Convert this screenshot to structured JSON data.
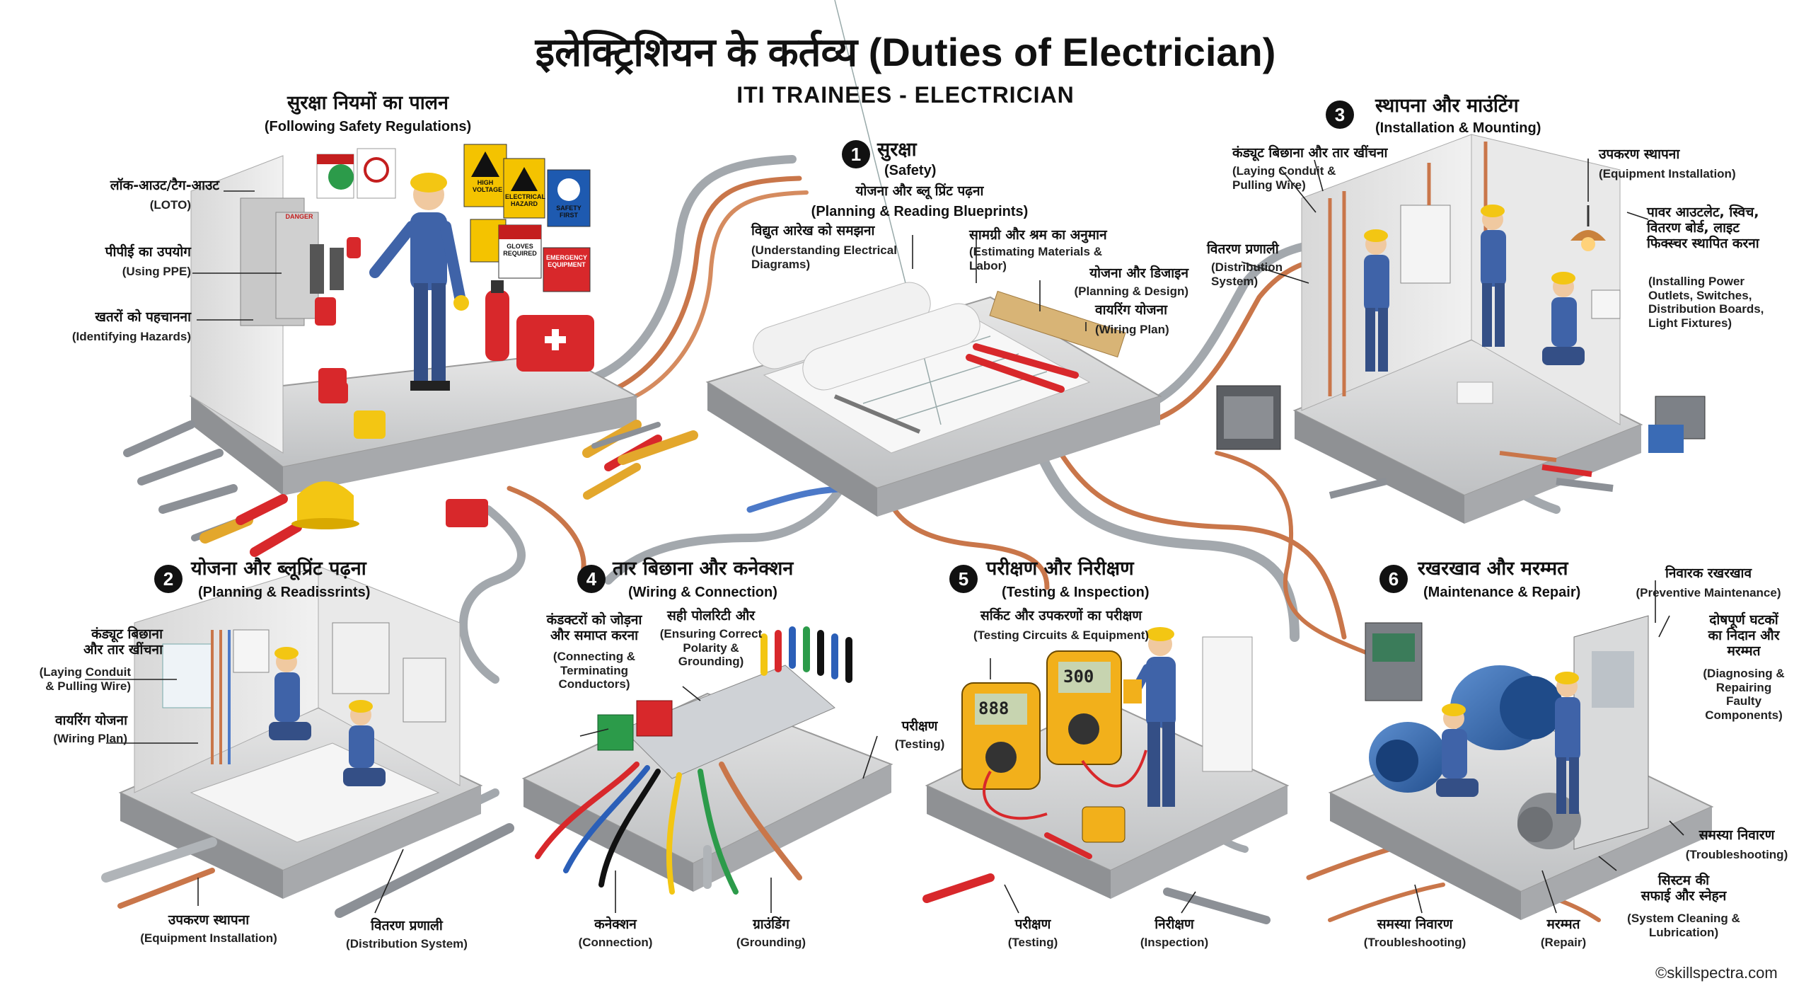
{
  "title": "इलेक्ट्रिशियन के कर्तव्य (Duties of Electrician)",
  "subtitle": "ITI TRAINEES - ELECTRICIAN",
  "credit": "©skillspectra.com",
  "colors": {
    "copper": "#c9764a",
    "conduit": "#9aa0a6",
    "worker_blue": "#3f63a8",
    "helmet": "#f3c613",
    "platform": "#cfd0d2"
  },
  "panels": {
    "safety_regs": {
      "heading_hi": "सुरक्षा नियमों का पालन",
      "heading_en": "(Following Safety Regulations)",
      "labels": [
        {
          "hi": "लॉक-आउट/टैग-आउट",
          "en": "(LOTO)"
        },
        {
          "hi": "पीपीई का उपयोग",
          "en": "(Using PPE)"
        },
        {
          "hi": "खतरों को पहचानना",
          "en": "(Identifying Hazards)"
        }
      ],
      "signs": [
        "DANGER",
        "HIGH\nVOLTAGE",
        "ELECTRICAL\nHAZARD",
        "SAFETY\nFIRST",
        "GLOVES\nREQUIRED",
        "EMERGENCY\nEQUIPMENT"
      ]
    },
    "p1": {
      "number": "1",
      "heading_hi": "सुरक्षा",
      "heading_en": "(Safety)",
      "sub_hi": "योजना और ब्लू प्रिंट पढ़ना",
      "sub_en": "(Planning & Reading Blueprints)",
      "labels": [
        {
          "hi": "विद्युत आरेख को समझना",
          "en": "(Understanding Electrical\nDiagrams)"
        },
        {
          "hi": "सामग्री और श्रम का अनुमान",
          "en": "(Estimating Materials &\nLabor)"
        },
        {
          "hi": "योजना और डिजाइन",
          "en": "(Planning & Design)"
        },
        {
          "hi": "वायरिंग योजना",
          "en": "(Wiring Plan)"
        }
      ]
    },
    "p2": {
      "number": "2",
      "heading_hi": "योजना और ब्लूप्रिंट पढ़ना",
      "heading_en": "(Planning & Readissrints)",
      "labels": [
        {
          "hi": "कंड्यूट बिछाना\nऔर तार खींचना",
          "en": "(Laying Conduit\n& Pulling Wire)"
        },
        {
          "hi": "वायरिंग योजना",
          "en": "(Wiring Plan)"
        },
        {
          "hi": "उपकरण स्थापना",
          "en": "(Equipment Installation)"
        },
        {
          "hi": "वितरण प्रणाली",
          "en": "(Distribution System)"
        }
      ]
    },
    "p3": {
      "number": "3",
      "heading_hi": "स्थापना और माउंटिंग",
      "heading_en": "(Installation & Mounting)",
      "labels": [
        {
          "hi": "कंड्यूट बिछाना और तार खींचना",
          "en": "(Laying Conduit &\nPulling Wire)"
        },
        {
          "hi": "उपकरण स्थापना",
          "en": "(Equipment Installation)"
        },
        {
          "hi": "वितरण प्रणाली",
          "en": "(Distribution\nSystem)"
        },
        {
          "hi": "पावर आउटलेट, स्विच,\nवितरण बोर्ड, लाइट\nफिक्स्चर स्थापित करना",
          "en": "(Installing Power\nOutlets, Switches,\nDistribution Boards,\nLight Fixtures)"
        }
      ]
    },
    "p4": {
      "number": "4",
      "heading_hi": "तार बिछाना और कनेक्शन",
      "heading_en": "(Wiring & Connection)",
      "labels": [
        {
          "hi": "कंडक्टरों को जोड़ना\nऔर समाप्त करना",
          "en": "(Connecting &\nTerminating\nConductors)"
        },
        {
          "hi": "सही पोलरिटी और",
          "en": "(Ensuring Correct\nPolarity &\nGrounding)"
        },
        {
          "hi": "कनेक्शन",
          "en": "(Connection)"
        },
        {
          "hi": "ग्राउंडिंग",
          "en": "(Grounding)"
        }
      ]
    },
    "p5": {
      "number": "5",
      "heading_hi": "परीक्षण और निरीक्षण",
      "heading_en": "(Testing & Inspection)",
      "labels": [
        {
          "hi": "सर्किट और उपकरणों का परीक्षण",
          "en": "(Testing Circuits & Equipment)"
        },
        {
          "hi": "परीक्षण",
          "en": "(Testing)"
        },
        {
          "hi": "परीक्षण",
          "en": "(Testing)"
        },
        {
          "hi": "निरीक्षण",
          "en": "(Inspection)"
        }
      ],
      "meter_readings": [
        "888",
        "300"
      ]
    },
    "p6": {
      "number": "6",
      "heading_hi": "रखरखाव और मरम्मत",
      "heading_en": "(Maintenance & Repair)",
      "labels": [
        {
          "hi": "निवारक रखरखाव",
          "en": "(Preventive Maintenance)"
        },
        {
          "hi": "दोषपूर्ण घटकों\nका निदान और\nमरम्मत",
          "en": "(Diagnosing &\nRepairing\nFaulty\nComponents)"
        },
        {
          "hi": "समस्या निवारण",
          "en": "(Troubleshooting)"
        },
        {
          "hi": "सिस्टम की\nसफाई और स्नेहन",
          "en": "(System Cleaning &\nLubrication)"
        },
        {
          "hi": "समस्या निवारण",
          "en": "(Troubleshooting)"
        },
        {
          "hi": "मरम्मत",
          "en": "(Repair)"
        }
      ]
    }
  }
}
